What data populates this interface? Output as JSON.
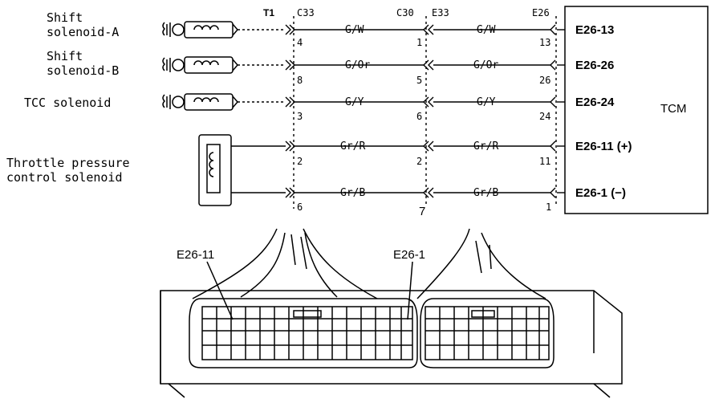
{
  "connectors": {
    "t1": "T1",
    "c33_top": "C33",
    "c30": "C30",
    "e33": "E33",
    "e26": "E26"
  },
  "components": {
    "shift_a_line1": "Shift",
    "shift_a_line2": "solenoid-A",
    "shift_b_line1": "Shift",
    "shift_b_line2": "solenoid-B",
    "tcc": "TCC solenoid",
    "throttle_line1": "Throttle pressure",
    "throttle_line2": "control solenoid",
    "tcm": "TCM"
  },
  "rows": [
    {
      "left_wire": "G/W",
      "right_wire": "G/W",
      "pin_c33": "4",
      "pin_c30": "1",
      "pin_e26": "13",
      "terminal": "E26-13"
    },
    {
      "left_wire": "G/Or",
      "right_wire": "G/Or",
      "pin_c33": "8",
      "pin_c30": "5",
      "pin_e26": "26",
      "terminal": "E26-26"
    },
    {
      "left_wire": "G/Y",
      "right_wire": "G/Y",
      "pin_c33": "3",
      "pin_c30": "6",
      "pin_e26": "24",
      "terminal": "E26-24"
    },
    {
      "left_wire": "Gr/R",
      "right_wire": "Gr/R",
      "pin_c33": "2",
      "pin_c30": "2",
      "pin_e26": "11",
      "terminal": "E26-11 (+)"
    },
    {
      "left_wire": "Gr/B",
      "right_wire": "Gr/B",
      "pin_c33": "6",
      "pin_c30": "7",
      "pin_e26": "1",
      "terminal": "E26-1 (−)"
    }
  ],
  "bottom": {
    "label_left": "E26-11",
    "label_right": "E26-1"
  }
}
